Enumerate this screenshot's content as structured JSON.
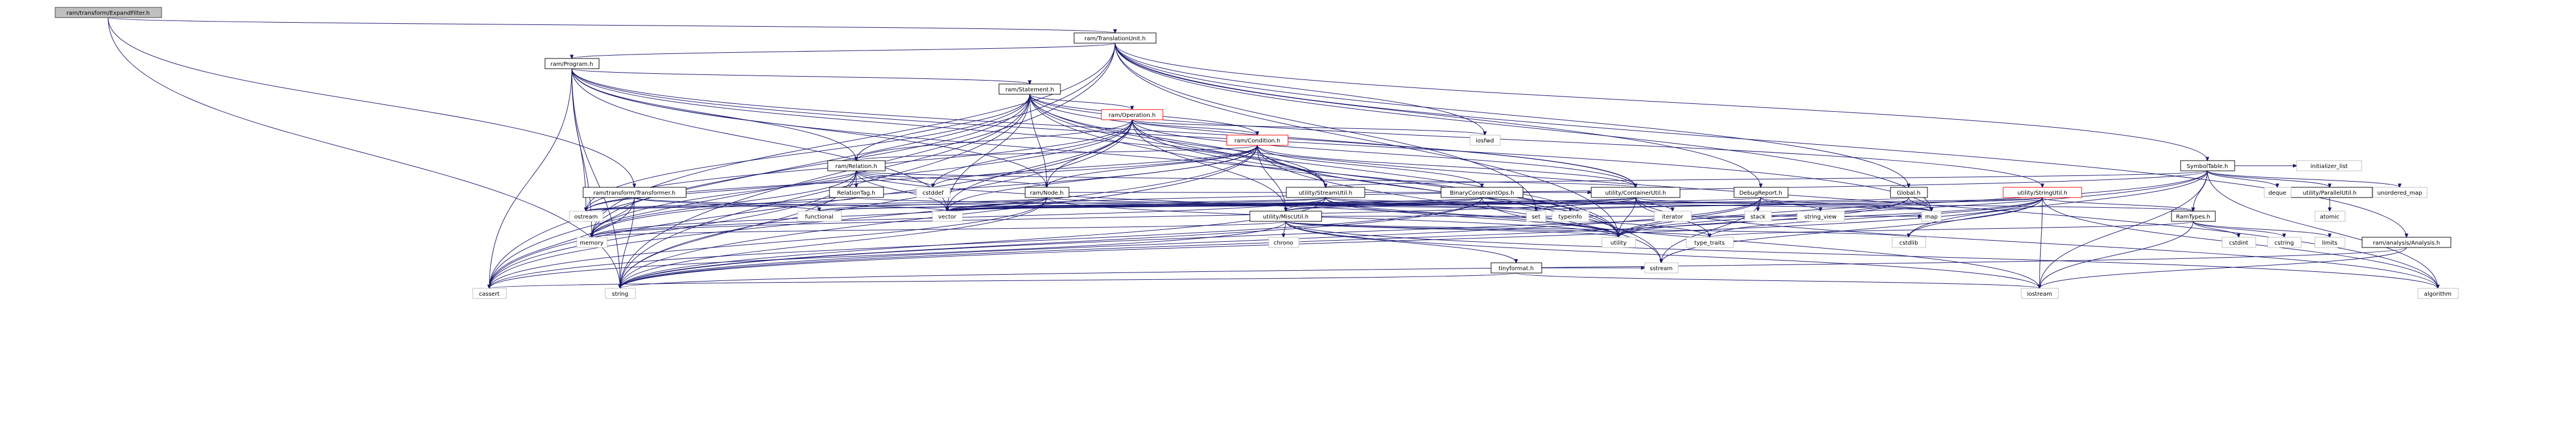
{
  "colors": {
    "edge": "#191970",
    "root_fill": "#bfbfbf",
    "node_border": "#000000",
    "leaf_border": "#bfbfbf",
    "truncated_border": "#ff0000",
    "background": "#ffffff"
  },
  "nodes": [
    {
      "id": "expandfilter",
      "label": "ram/transform/ExpandFilter.h",
      "kind": "root"
    },
    {
      "id": "translationunit",
      "label": "ram/TranslationUnit.h",
      "kind": "link"
    },
    {
      "id": "program",
      "label": "ram/Program.h",
      "kind": "link"
    },
    {
      "id": "statement",
      "label": "ram/Statement.h",
      "kind": "link"
    },
    {
      "id": "operation",
      "label": "ram/Operation.h",
      "kind": "truncated"
    },
    {
      "id": "condition",
      "label": "ram/Condition.h",
      "kind": "truncated"
    },
    {
      "id": "relation",
      "label": "ram/Relation.h",
      "kind": "link"
    },
    {
      "id": "relationtag",
      "label": "RelationTag.h",
      "kind": "link"
    },
    {
      "id": "node",
      "label": "ram/Node.h",
      "kind": "link"
    },
    {
      "id": "transformer",
      "label": "ram/transform/Transformer.h",
      "kind": "link"
    },
    {
      "id": "streamutil",
      "label": "utility/StreamUtil.h",
      "kind": "link"
    },
    {
      "id": "binaryops",
      "label": "BinaryConstraintOps.h",
      "kind": "link"
    },
    {
      "id": "containerutil",
      "label": "utility/ContainerUtil.h",
      "kind": "link"
    },
    {
      "id": "debugreport",
      "label": "DebugReport.h",
      "kind": "link"
    },
    {
      "id": "global",
      "label": "Global.h",
      "kind": "link"
    },
    {
      "id": "stringutil",
      "label": "utility/StringUtil.h",
      "kind": "truncated"
    },
    {
      "id": "symboltable",
      "label": "SymbolTable.h",
      "kind": "link"
    },
    {
      "id": "miscutil",
      "label": "utility/MiscUtil.h",
      "kind": "link"
    },
    {
      "id": "ramtypes",
      "label": "RamTypes.h",
      "kind": "link"
    },
    {
      "id": "parallelutil",
      "label": "utility/ParallelUtil.h",
      "kind": "link"
    },
    {
      "id": "analysis",
      "label": "ram/analysis/Analysis.h",
      "kind": "link"
    },
    {
      "id": "tinyformat",
      "label": "tinyformat.h",
      "kind": "link"
    },
    {
      "id": "iosfwd",
      "label": "iosfwd",
      "kind": "leaf"
    },
    {
      "id": "cstddef",
      "label": "cstddef",
      "kind": "leaf"
    },
    {
      "id": "ostream",
      "label": "ostream",
      "kind": "leaf"
    },
    {
      "id": "memory",
      "label": "memory",
      "kind": "leaf"
    },
    {
      "id": "cassert",
      "label": "cassert",
      "kind": "leaf"
    },
    {
      "id": "string",
      "label": "string",
      "kind": "leaf"
    },
    {
      "id": "functional",
      "label": "functional",
      "kind": "leaf"
    },
    {
      "id": "vector",
      "label": "vector",
      "kind": "leaf"
    },
    {
      "id": "typeinfo",
      "label": "typeinfo",
      "kind": "leaf"
    },
    {
      "id": "set",
      "label": "set",
      "kind": "leaf"
    },
    {
      "id": "iterator",
      "label": "iterator",
      "kind": "leaf"
    },
    {
      "id": "stack",
      "label": "stack",
      "kind": "leaf"
    },
    {
      "id": "string_view",
      "label": "string_view",
      "kind": "leaf"
    },
    {
      "id": "map",
      "label": "map",
      "kind": "leaf"
    },
    {
      "id": "chrono",
      "label": "chrono",
      "kind": "leaf"
    },
    {
      "id": "utility",
      "label": "utility",
      "kind": "leaf"
    },
    {
      "id": "type_traits",
      "label": "type_traits",
      "kind": "leaf"
    },
    {
      "id": "cstdlib",
      "label": "cstdlib",
      "kind": "leaf"
    },
    {
      "id": "sstream",
      "label": "sstream",
      "kind": "leaf"
    },
    {
      "id": "iostream",
      "label": "iostream",
      "kind": "leaf"
    },
    {
      "id": "algorithm",
      "label": "algorithm",
      "kind": "leaf"
    },
    {
      "id": "cstdint",
      "label": "cstdint",
      "kind": "leaf"
    },
    {
      "id": "cstring",
      "label": "cstring",
      "kind": "leaf"
    },
    {
      "id": "limits",
      "label": "limits",
      "kind": "leaf"
    },
    {
      "id": "deque",
      "label": "deque",
      "kind": "leaf"
    },
    {
      "id": "initializer_list",
      "label": "initializer_list",
      "kind": "leaf"
    },
    {
      "id": "unordered_map",
      "label": "unordered_map",
      "kind": "leaf"
    },
    {
      "id": "atomic",
      "label": "atomic",
      "kind": "leaf"
    }
  ],
  "edges": [
    [
      "expandfilter",
      "translationunit"
    ],
    [
      "expandfilter",
      "transformer"
    ],
    [
      "expandfilter",
      "string"
    ],
    [
      "translationunit",
      "program"
    ],
    [
      "translationunit",
      "analysis"
    ],
    [
      "translationunit",
      "debugreport"
    ],
    [
      "translationunit",
      "global"
    ],
    [
      "translationunit",
      "symboltable"
    ],
    [
      "translationunit",
      "map"
    ],
    [
      "translationunit",
      "memory"
    ],
    [
      "translationunit",
      "string"
    ],
    [
      "translationunit",
      "utility"
    ],
    [
      "translationunit",
      "cassert"
    ],
    [
      "translationunit",
      "iosfwd"
    ],
    [
      "translationunit",
      "set"
    ],
    [
      "program",
      "statement"
    ],
    [
      "program",
      "relation"
    ],
    [
      "program",
      "node"
    ],
    [
      "program",
      "containerutil"
    ],
    [
      "program",
      "streamutil"
    ],
    [
      "program",
      "map"
    ],
    [
      "program",
      "memory"
    ],
    [
      "program",
      "ostream"
    ],
    [
      "program",
      "string"
    ],
    [
      "program",
      "vector"
    ],
    [
      "program",
      "cassert"
    ],
    [
      "program",
      "utility"
    ],
    [
      "statement",
      "operation"
    ],
    [
      "statement",
      "condition"
    ],
    [
      "statement",
      "relation"
    ],
    [
      "statement",
      "node"
    ],
    [
      "statement",
      "containerutil"
    ],
    [
      "statement",
      "streamutil"
    ],
    [
      "statement",
      "stringutil"
    ],
    [
      "statement",
      "memory"
    ],
    [
      "statement",
      "ostream"
    ],
    [
      "statement",
      "string"
    ],
    [
      "statement",
      "vector"
    ],
    [
      "statement",
      "cassert"
    ],
    [
      "statement",
      "utility"
    ],
    [
      "statement",
      "algorithm"
    ],
    [
      "statement",
      "sstream"
    ],
    [
      "operation",
      "condition"
    ],
    [
      "operation",
      "relation"
    ],
    [
      "operation",
      "node"
    ],
    [
      "operation",
      "containerutil"
    ],
    [
      "operation",
      "miscutil"
    ],
    [
      "operation",
      "streamutil"
    ],
    [
      "operation",
      "cstddef"
    ],
    [
      "operation",
      "iosfwd"
    ],
    [
      "operation",
      "memory"
    ],
    [
      "operation",
      "ostream"
    ],
    [
      "operation",
      "string"
    ],
    [
      "operation",
      "vector"
    ],
    [
      "operation",
      "cassert"
    ],
    [
      "operation",
      "utility"
    ],
    [
      "condition",
      "relation"
    ],
    [
      "condition",
      "node"
    ],
    [
      "condition",
      "binaryops"
    ],
    [
      "condition",
      "containerutil"
    ],
    [
      "condition",
      "miscutil"
    ],
    [
      "condition",
      "streamutil"
    ],
    [
      "condition",
      "cstddef"
    ],
    [
      "condition",
      "memory"
    ],
    [
      "condition",
      "ostream"
    ],
    [
      "condition",
      "string"
    ],
    [
      "condition",
      "vector"
    ],
    [
      "condition",
      "cassert"
    ],
    [
      "condition",
      "utility"
    ],
    [
      "condition",
      "sstream"
    ],
    [
      "relation",
      "relationtag"
    ],
    [
      "relation",
      "node"
    ],
    [
      "relation",
      "containerutil"
    ],
    [
      "relation",
      "cassert"
    ],
    [
      "relation",
      "cstddef"
    ],
    [
      "relation",
      "memory"
    ],
    [
      "relation",
      "ostream"
    ],
    [
      "relation",
      "string"
    ],
    [
      "relation",
      "utility"
    ],
    [
      "relation",
      "vector"
    ],
    [
      "relationtag",
      "ostream"
    ],
    [
      "relationtag",
      "set"
    ],
    [
      "node",
      "containerutil"
    ],
    [
      "node",
      "cassert"
    ],
    [
      "node",
      "functional"
    ],
    [
      "node",
      "memory"
    ],
    [
      "node",
      "string"
    ],
    [
      "node",
      "typeinfo"
    ],
    [
      "node",
      "vector"
    ],
    [
      "node",
      "ostream"
    ],
    [
      "node",
      "utility"
    ],
    [
      "transformer",
      "memory"
    ],
    [
      "transformer",
      "string"
    ],
    [
      "transformer",
      "cassert"
    ],
    [
      "transformer",
      "functional"
    ],
    [
      "transformer",
      "vector"
    ],
    [
      "streamutil",
      "ostream"
    ],
    [
      "streamutil",
      "map"
    ],
    [
      "streamutil",
      "memory"
    ],
    [
      "streamutil",
      "set"
    ],
    [
      "streamutil",
      "string"
    ],
    [
      "streamutil",
      "utility"
    ],
    [
      "streamutil",
      "vector"
    ],
    [
      "streamutil",
      "miscutil"
    ],
    [
      "streamutil",
      "type_traits"
    ],
    [
      "binaryops",
      "ramtypes"
    ],
    [
      "binaryops",
      "miscutil"
    ],
    [
      "binaryops",
      "cassert"
    ],
    [
      "binaryops",
      "iostream"
    ],
    [
      "binaryops",
      "string"
    ],
    [
      "binaryops",
      "vector"
    ],
    [
      "binaryops",
      "functional"
    ],
    [
      "containerutil",
      "functional"
    ],
    [
      "containerutil",
      "iterator"
    ],
    [
      "containerutil",
      "map"
    ],
    [
      "containerutil",
      "memory"
    ],
    [
      "containerutil",
      "set"
    ],
    [
      "containerutil",
      "type_traits"
    ],
    [
      "containerutil",
      "utility"
    ],
    [
      "containerutil",
      "vector"
    ],
    [
      "containerutil",
      "miscutil"
    ],
    [
      "containerutil",
      "algorithm"
    ],
    [
      "debugreport",
      "stack"
    ],
    [
      "debugreport",
      "string_view"
    ],
    [
      "debugreport",
      "map"
    ],
    [
      "debugreport",
      "string"
    ],
    [
      "debugreport",
      "vector"
    ],
    [
      "debugreport",
      "utility"
    ],
    [
      "debugreport",
      "sstream"
    ],
    [
      "global",
      "map"
    ],
    [
      "global",
      "string"
    ],
    [
      "global",
      "vector"
    ],
    [
      "global",
      "utility"
    ],
    [
      "stringutil",
      "ramtypes"
    ],
    [
      "stringutil",
      "algorithm"
    ],
    [
      "stringutil",
      "cstdlib"
    ],
    [
      "stringutil",
      "fstream"
    ],
    [
      "stringutil",
      "iostream"
    ],
    [
      "stringutil",
      "set"
    ],
    [
      "stringutil",
      "sstream"
    ],
    [
      "stringutil",
      "string"
    ],
    [
      "stringutil",
      "type_traits"
    ],
    [
      "stringutil",
      "typeinfo"
    ],
    [
      "stringutil",
      "utility"
    ],
    [
      "stringutil",
      "vector"
    ],
    [
      "symboltable",
      "ramtypes"
    ],
    [
      "symboltable",
      "parallelutil"
    ],
    [
      "symboltable",
      "streamutil"
    ],
    [
      "symboltable",
      "deque"
    ],
    [
      "symboltable",
      "initializer_list"
    ],
    [
      "symboltable",
      "unordered_map"
    ],
    [
      "symboltable",
      "algorithm"
    ],
    [
      "symboltable",
      "cstdlib"
    ],
    [
      "symboltable",
      "iostream"
    ],
    [
      "symboltable",
      "string"
    ],
    [
      "symboltable",
      "utility"
    ],
    [
      "symboltable",
      "vector"
    ],
    [
      "miscutil",
      "tinyformat"
    ],
    [
      "miscutil",
      "cassert"
    ],
    [
      "miscutil",
      "chrono"
    ],
    [
      "miscutil",
      "iostream"
    ],
    [
      "miscutil",
      "memory"
    ],
    [
      "miscutil",
      "type_traits"
    ],
    [
      "miscutil",
      "utility"
    ],
    [
      "miscutil",
      "map"
    ],
    [
      "miscutil",
      "algorithm"
    ],
    [
      "miscutil",
      "cstdlib"
    ],
    [
      "ramtypes",
      "cstdint"
    ],
    [
      "ramtypes",
      "cstring"
    ],
    [
      "ramtypes",
      "limits"
    ],
    [
      "ramtypes",
      "iostream"
    ],
    [
      "ramtypes",
      "type_traits"
    ],
    [
      "parallelutil",
      "atomic"
    ],
    [
      "analysis",
      "iostream"
    ],
    [
      "analysis",
      "string"
    ],
    [
      "tinyformat",
      "cassert"
    ],
    [
      "tinyformat",
      "iostream"
    ],
    [
      "tinyformat",
      "sstream"
    ]
  ]
}
